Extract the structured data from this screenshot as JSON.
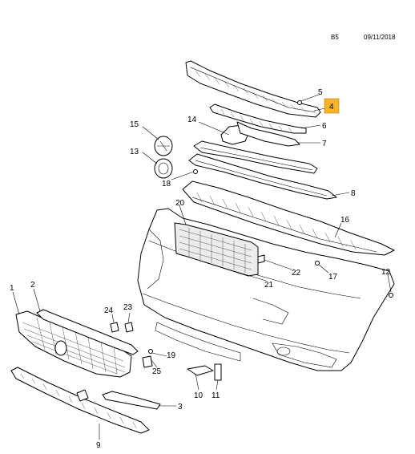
{
  "header": {
    "code": "B5",
    "date": "09/11/2018"
  },
  "highlight_color": "#f6b42c",
  "callouts": {
    "c1": "1",
    "c2": "2",
    "c3": "3",
    "c4": "4",
    "c5": "5",
    "c6": "6",
    "c7": "7",
    "c8": "8",
    "c9": "9",
    "c10": "10",
    "c11": "11",
    "c12": "12",
    "c13": "13",
    "c14": "14",
    "c15": "15",
    "c16": "16",
    "c17": "17",
    "c18": "18",
    "c19": "19",
    "c20": "20",
    "c21": "21",
    "c22": "22",
    "c23": "23",
    "c24": "24",
    "c25": "25"
  },
  "highlighted_callout": "4"
}
